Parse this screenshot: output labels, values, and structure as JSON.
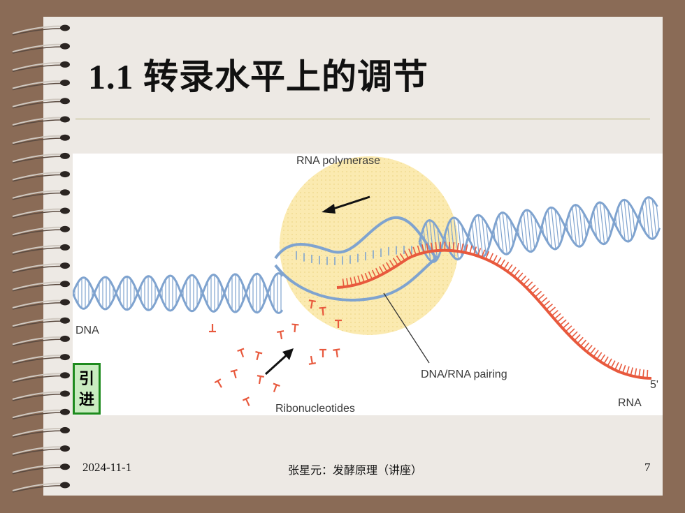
{
  "slide": {
    "title": "1.1  转录水平上的调节",
    "badge": "引\n进",
    "footer": {
      "date": "2024-11-1",
      "center": "张星元：发酵原理（讲座）",
      "page": "7"
    }
  },
  "figure": {
    "labels": {
      "polymerase": "RNA polymerase",
      "dna": "DNA",
      "pairing": "DNA/RNA pairing",
      "ribonucleotides": "Ribonucleotides",
      "rna": "RNA",
      "five_prime": "5'"
    },
    "colors": {
      "dna": "#7fa3cf",
      "rna": "#e8593d",
      "polymerase": "#fbeab0"
    }
  }
}
